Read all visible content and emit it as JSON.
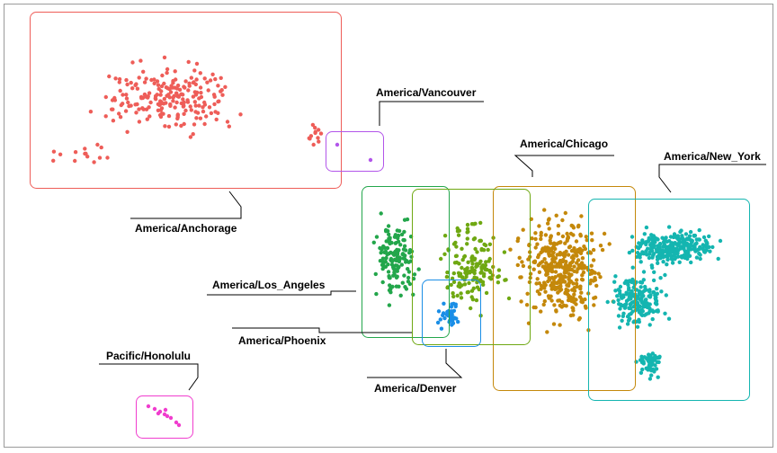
{
  "chart_data": {
    "type": "scatter",
    "title": "",
    "xlabel": "",
    "ylabel": "",
    "grid": false,
    "legend": "none (zone names shown as callout labels)",
    "series": [
      {
        "name": "America/Anchorage",
        "color": "#ee5d58"
      },
      {
        "name": "America/Vancouver",
        "color": "#b255ea"
      },
      {
        "name": "America/Chicago",
        "color": "#c4880a"
      },
      {
        "name": "America/New_York",
        "color": "#14b5b0"
      },
      {
        "name": "America/Los_Angeles",
        "color": "#23a64b"
      },
      {
        "name": "America/Phoenix",
        "color": "#6fa812"
      },
      {
        "name": "America/Denver",
        "color": "#1a8ee6"
      },
      {
        "name": "Pacific/Honolulu",
        "color": "#f03dce"
      }
    ]
  }
}
